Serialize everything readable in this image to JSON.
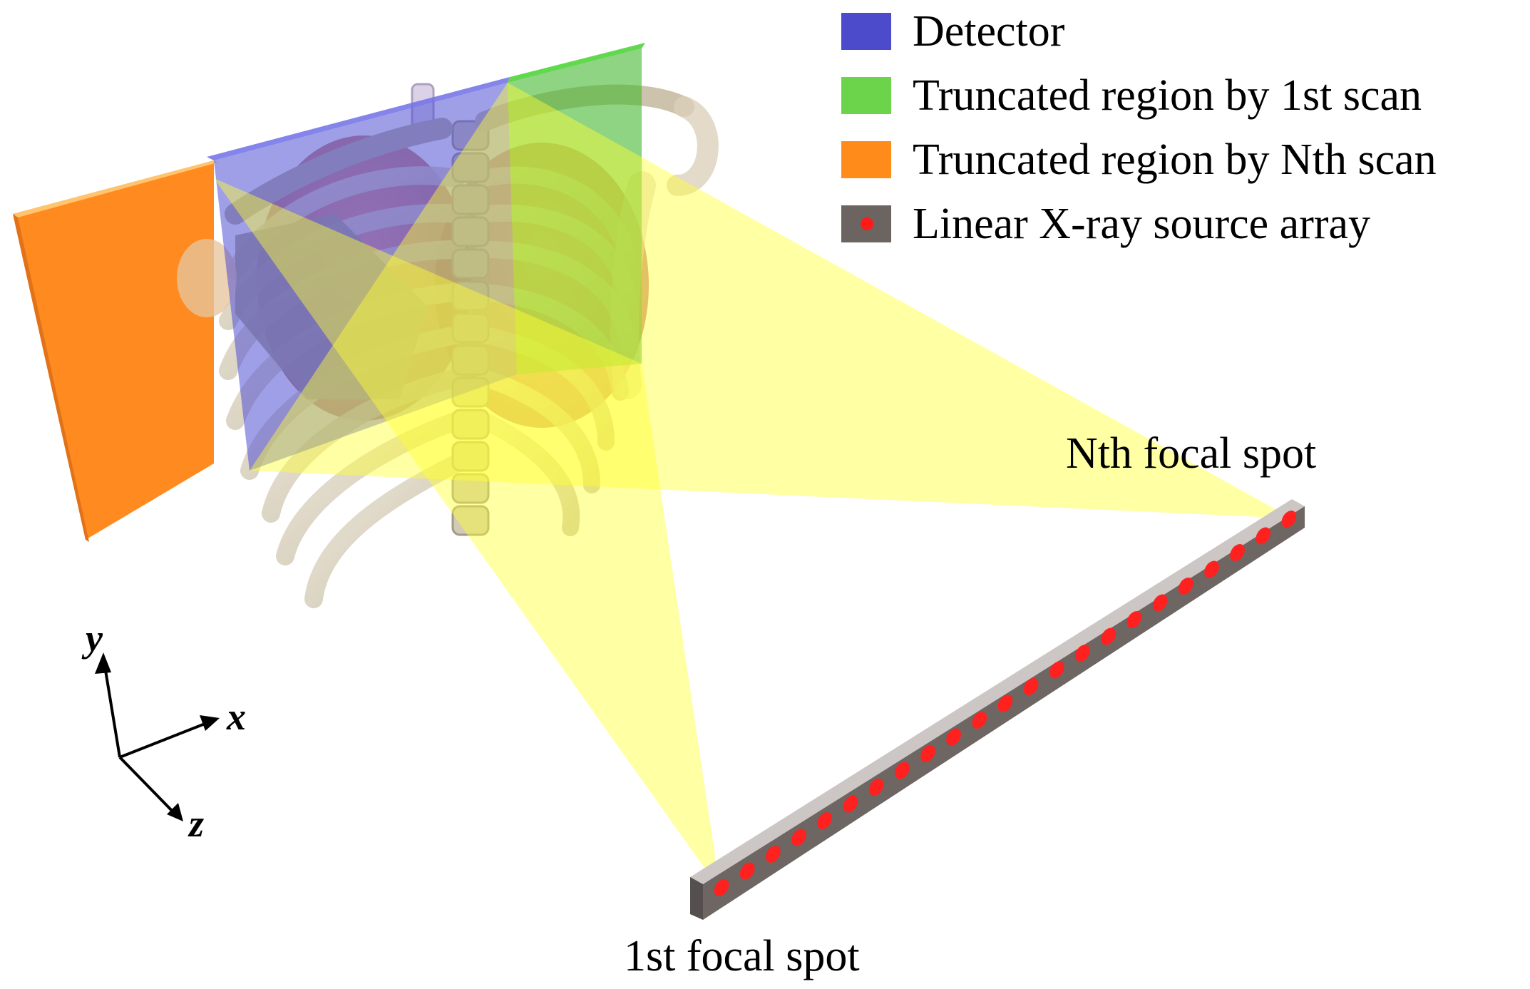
{
  "legend": [
    {
      "label": "Detector",
      "color": "#4b4bcc"
    },
    {
      "label": "Truncated region by 1st scan",
      "color": "#6bd44b"
    },
    {
      "label": "Truncated region by Nth scan",
      "color": "#ff8c1a"
    },
    {
      "label": "Linear X-ray source array",
      "color": "#6b6461",
      "dot_color": "#ff1a1a"
    }
  ],
  "labels": {
    "nth_focal_spot": "Nth focal spot",
    "first_focal_spot": "1st focal spot"
  },
  "axes": {
    "x": "x",
    "y": "y",
    "z": "z"
  },
  "colors": {
    "beam": "#ffff33",
    "source_bar": "#7a7472",
    "focal_spot": "#ff2020",
    "bone": "#d8d0bf",
    "lung": "#c0504d"
  }
}
